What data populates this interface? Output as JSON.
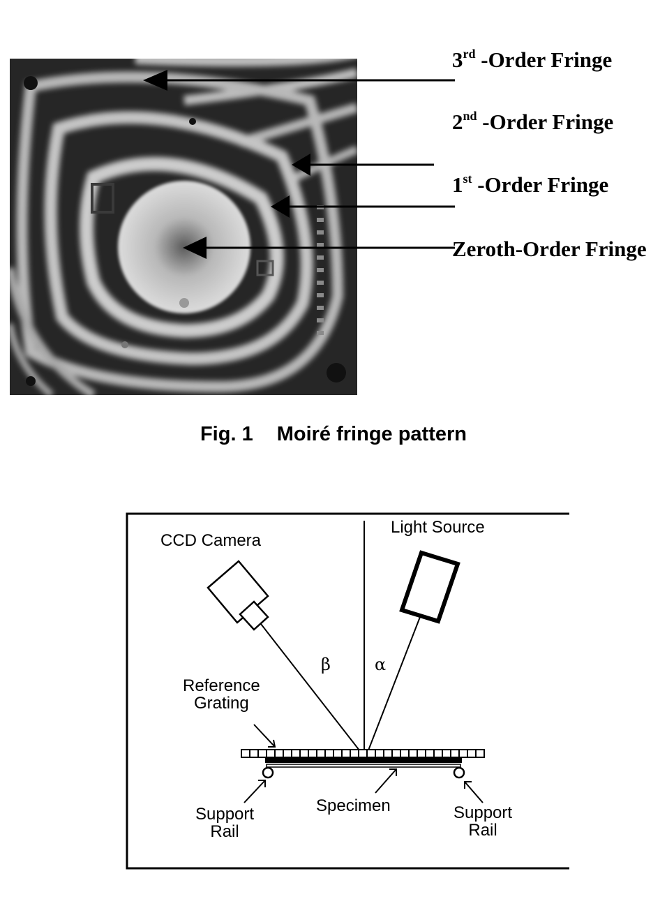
{
  "figure1": {
    "labels": {
      "third": {
        "num": "3",
        "sup": "rd",
        "text": " -Order Fringe"
      },
      "second": {
        "num": "2",
        "sup": "nd",
        "text": " -Order Fringe"
      },
      "first": {
        "num": "1",
        "sup": "st",
        "text": " -Order Fringe"
      },
      "zeroth": {
        "text": "Zeroth-Order Fringe"
      }
    },
    "caption": {
      "number": "Fig. 1",
      "title": "Moiré fringe pattern"
    }
  },
  "figure2": {
    "labels": {
      "ccd_camera": "CCD Camera",
      "light_source": "Light Source",
      "beta": "β",
      "alpha": "α",
      "reference_grating_line1": "Reference",
      "reference_grating_line2": "Grating",
      "support_rail_left_line1": "Support",
      "support_rail_left_line2": "Rail",
      "specimen": "Specimen",
      "support_rail_right_line1": "Support",
      "support_rail_right_line2": "Rail"
    }
  }
}
